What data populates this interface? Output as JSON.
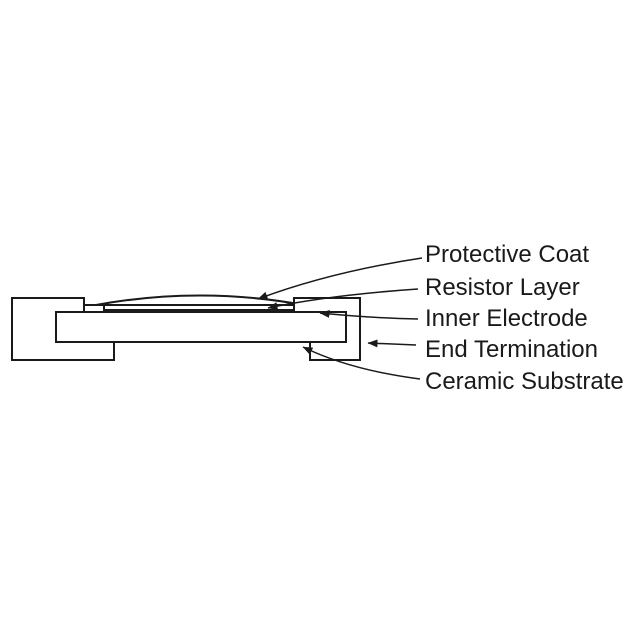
{
  "diagram": {
    "labels": [
      {
        "id": "protective-coat",
        "text": "Protective Coat"
      },
      {
        "id": "resistor-layer",
        "text": "Resistor Layer"
      },
      {
        "id": "inner-electrode",
        "text": "Inner Electrode"
      },
      {
        "id": "end-termination",
        "text": "End Termination"
      },
      {
        "id": "ceramic-substrate",
        "text": "Ceramic Substrate"
      }
    ],
    "colors": {
      "line": "#1a1a1a",
      "text": "#1a1a1a",
      "background": "#ffffff"
    }
  }
}
